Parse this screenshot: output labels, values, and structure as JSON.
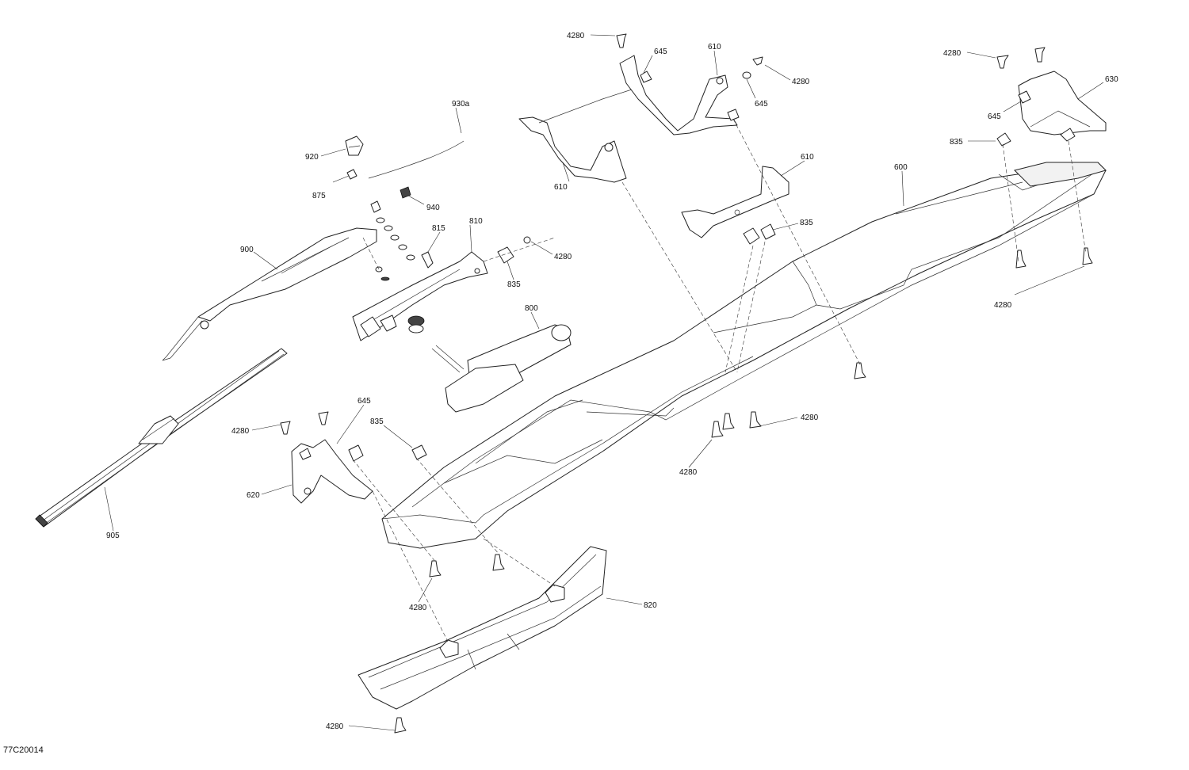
{
  "document_id": "77C20014",
  "callouts": {
    "c1": "4280",
    "c2": "645",
    "c3": "610",
    "c4": "4280",
    "c5": "645",
    "c6": "4280",
    "c7": "630",
    "c8": "645",
    "c9": "835",
    "c10": "930a",
    "c11": "920",
    "c12": "875",
    "c13": "940",
    "c14": "610",
    "c15": "610",
    "c16": "600",
    "c17": "815",
    "c18": "810",
    "c19": "835",
    "c20": "900",
    "c21": "4280",
    "c22": "835",
    "c23": "800",
    "c24": "4280",
    "c25": "645",
    "c26": "4280",
    "c27": "835",
    "c28": "4280",
    "c29": "4280",
    "c30": "620",
    "c31": "905",
    "c32": "4280",
    "c33": "820",
    "c34": "4280"
  }
}
